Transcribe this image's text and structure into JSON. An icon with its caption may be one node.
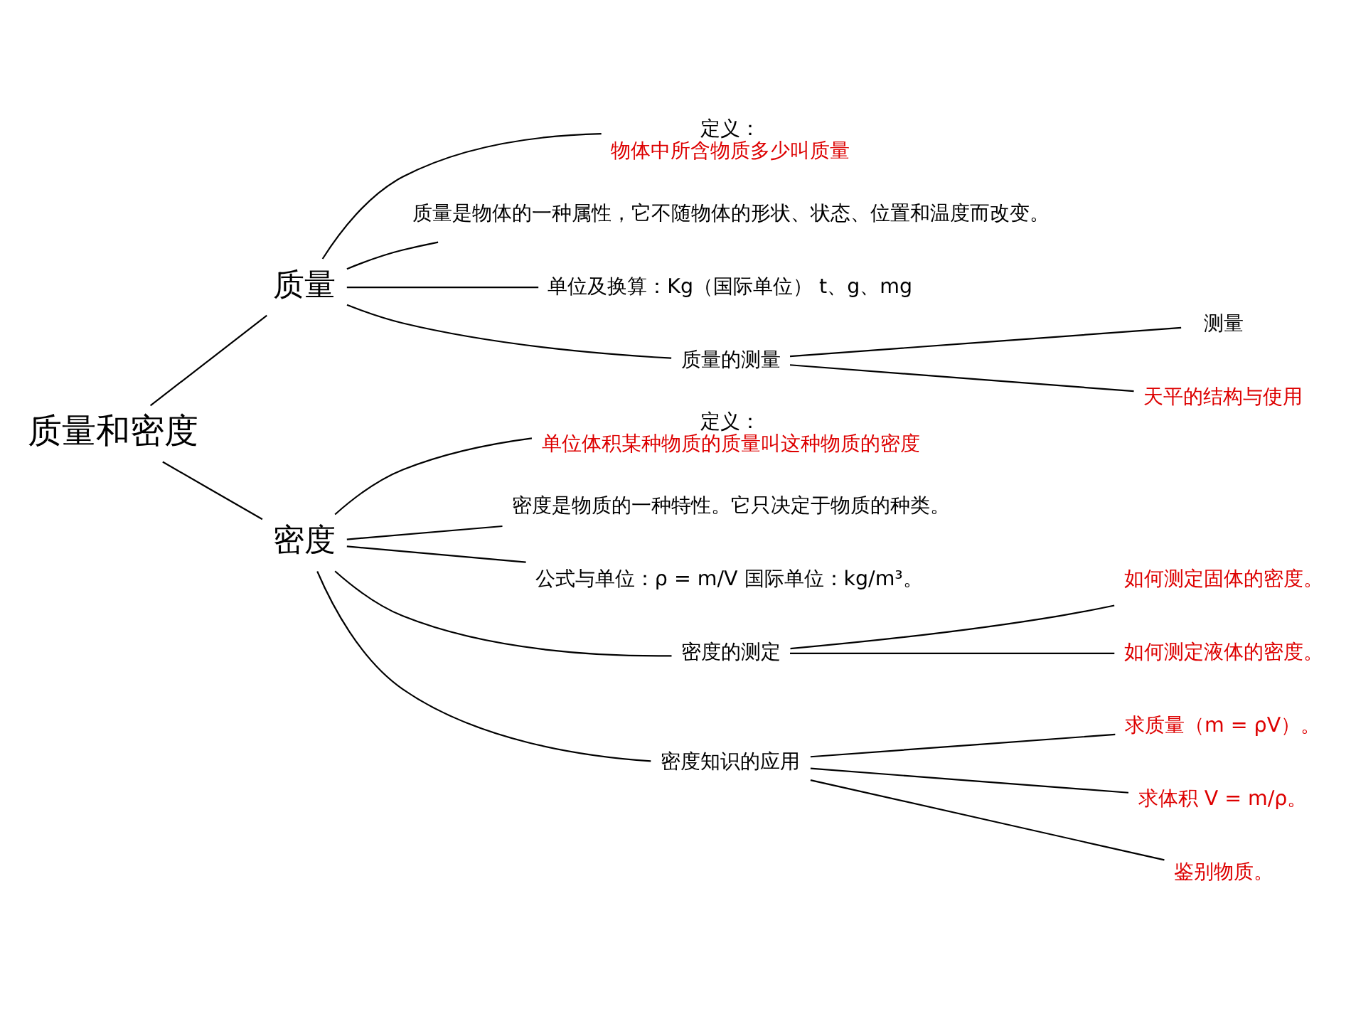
{
  "diagram": {
    "nodes": [
      {
        "text": [
          "质量和密度"
        ]
      },
      {
        "text": [
          "质量"
        ]
      },
      {
        "text": [
          "定义：",
          "物体中所含物质多少叫质量"
        ]
      },
      {
        "text": [
          "质量是物体的一种属性，它不随物体的形状、状态、位置和温度而改变。"
        ]
      },
      {
        "text": [
          "单位及换算：Kg（国际单位） t、g、mg"
        ]
      },
      {
        "text": [
          "质量的测量"
        ]
      },
      {
        "text": [
          "测量"
        ]
      },
      {
        "text": [
          "天平的结构与使用"
        ]
      },
      {
        "text": [
          "密度"
        ]
      },
      {
        "text": [
          "定义：",
          "单位体积某种物质的质量叫这种物质的密度"
        ]
      },
      {
        "text": [
          "密度是物质的一种特性。它只决定于物质的种类。"
        ]
      },
      {
        "text": [
          "公式与单位：ρ = m/V 国际单位：kg/m³。"
        ]
      },
      {
        "text": [
          "密度的测定"
        ]
      },
      {
        "text": [
          "如何测定固体的密度。"
        ]
      },
      {
        "text": [
          "如何测定液体的密度。"
        ]
      },
      {
        "text": [
          "密度知识的应用"
        ]
      },
      {
        "text": [
          "求质量（m = ρV）。"
        ]
      },
      {
        "text": [
          "求体积 V = m/ρ。"
        ]
      },
      {
        "text": [
          "鉴别物质。"
        ]
      }
    ],
    "edges": [
      {
        "from": 0,
        "to": 1,
        "arrow": "none"
      },
      {
        "from": 0,
        "to": 8,
        "arrow": "none"
      },
      {
        "from": 1,
        "to": 2,
        "arrow": "none"
      },
      {
        "from": 1,
        "to": 3,
        "arrow": "none"
      },
      {
        "from": 1,
        "to": 4,
        "arrow": "none"
      },
      {
        "from": 1,
        "to": 5,
        "arrow": "none"
      },
      {
        "from": 5,
        "to": 6,
        "arrow": "none"
      },
      {
        "from": 5,
        "to": 7,
        "arrow": "none"
      },
      {
        "from": 8,
        "to": 9,
        "arrow": "none"
      },
      {
        "from": 8,
        "to": 10,
        "arrow": "none"
      },
      {
        "from": 8,
        "to": 11,
        "arrow": "none"
      },
      {
        "from": 8,
        "to": 12,
        "arrow": "none"
      },
      {
        "from": 8,
        "to": 15,
        "arrow": "none"
      },
      {
        "from": 12,
        "to": 13,
        "arrow": "none"
      },
      {
        "from": 12,
        "to": 14,
        "arrow": "none"
      },
      {
        "from": 15,
        "to": 16,
        "arrow": "none"
      },
      {
        "from": 15,
        "to": 17,
        "arrow": "none"
      },
      {
        "from": 15,
        "to": 18,
        "arrow": "none"
      }
    ]
  }
}
